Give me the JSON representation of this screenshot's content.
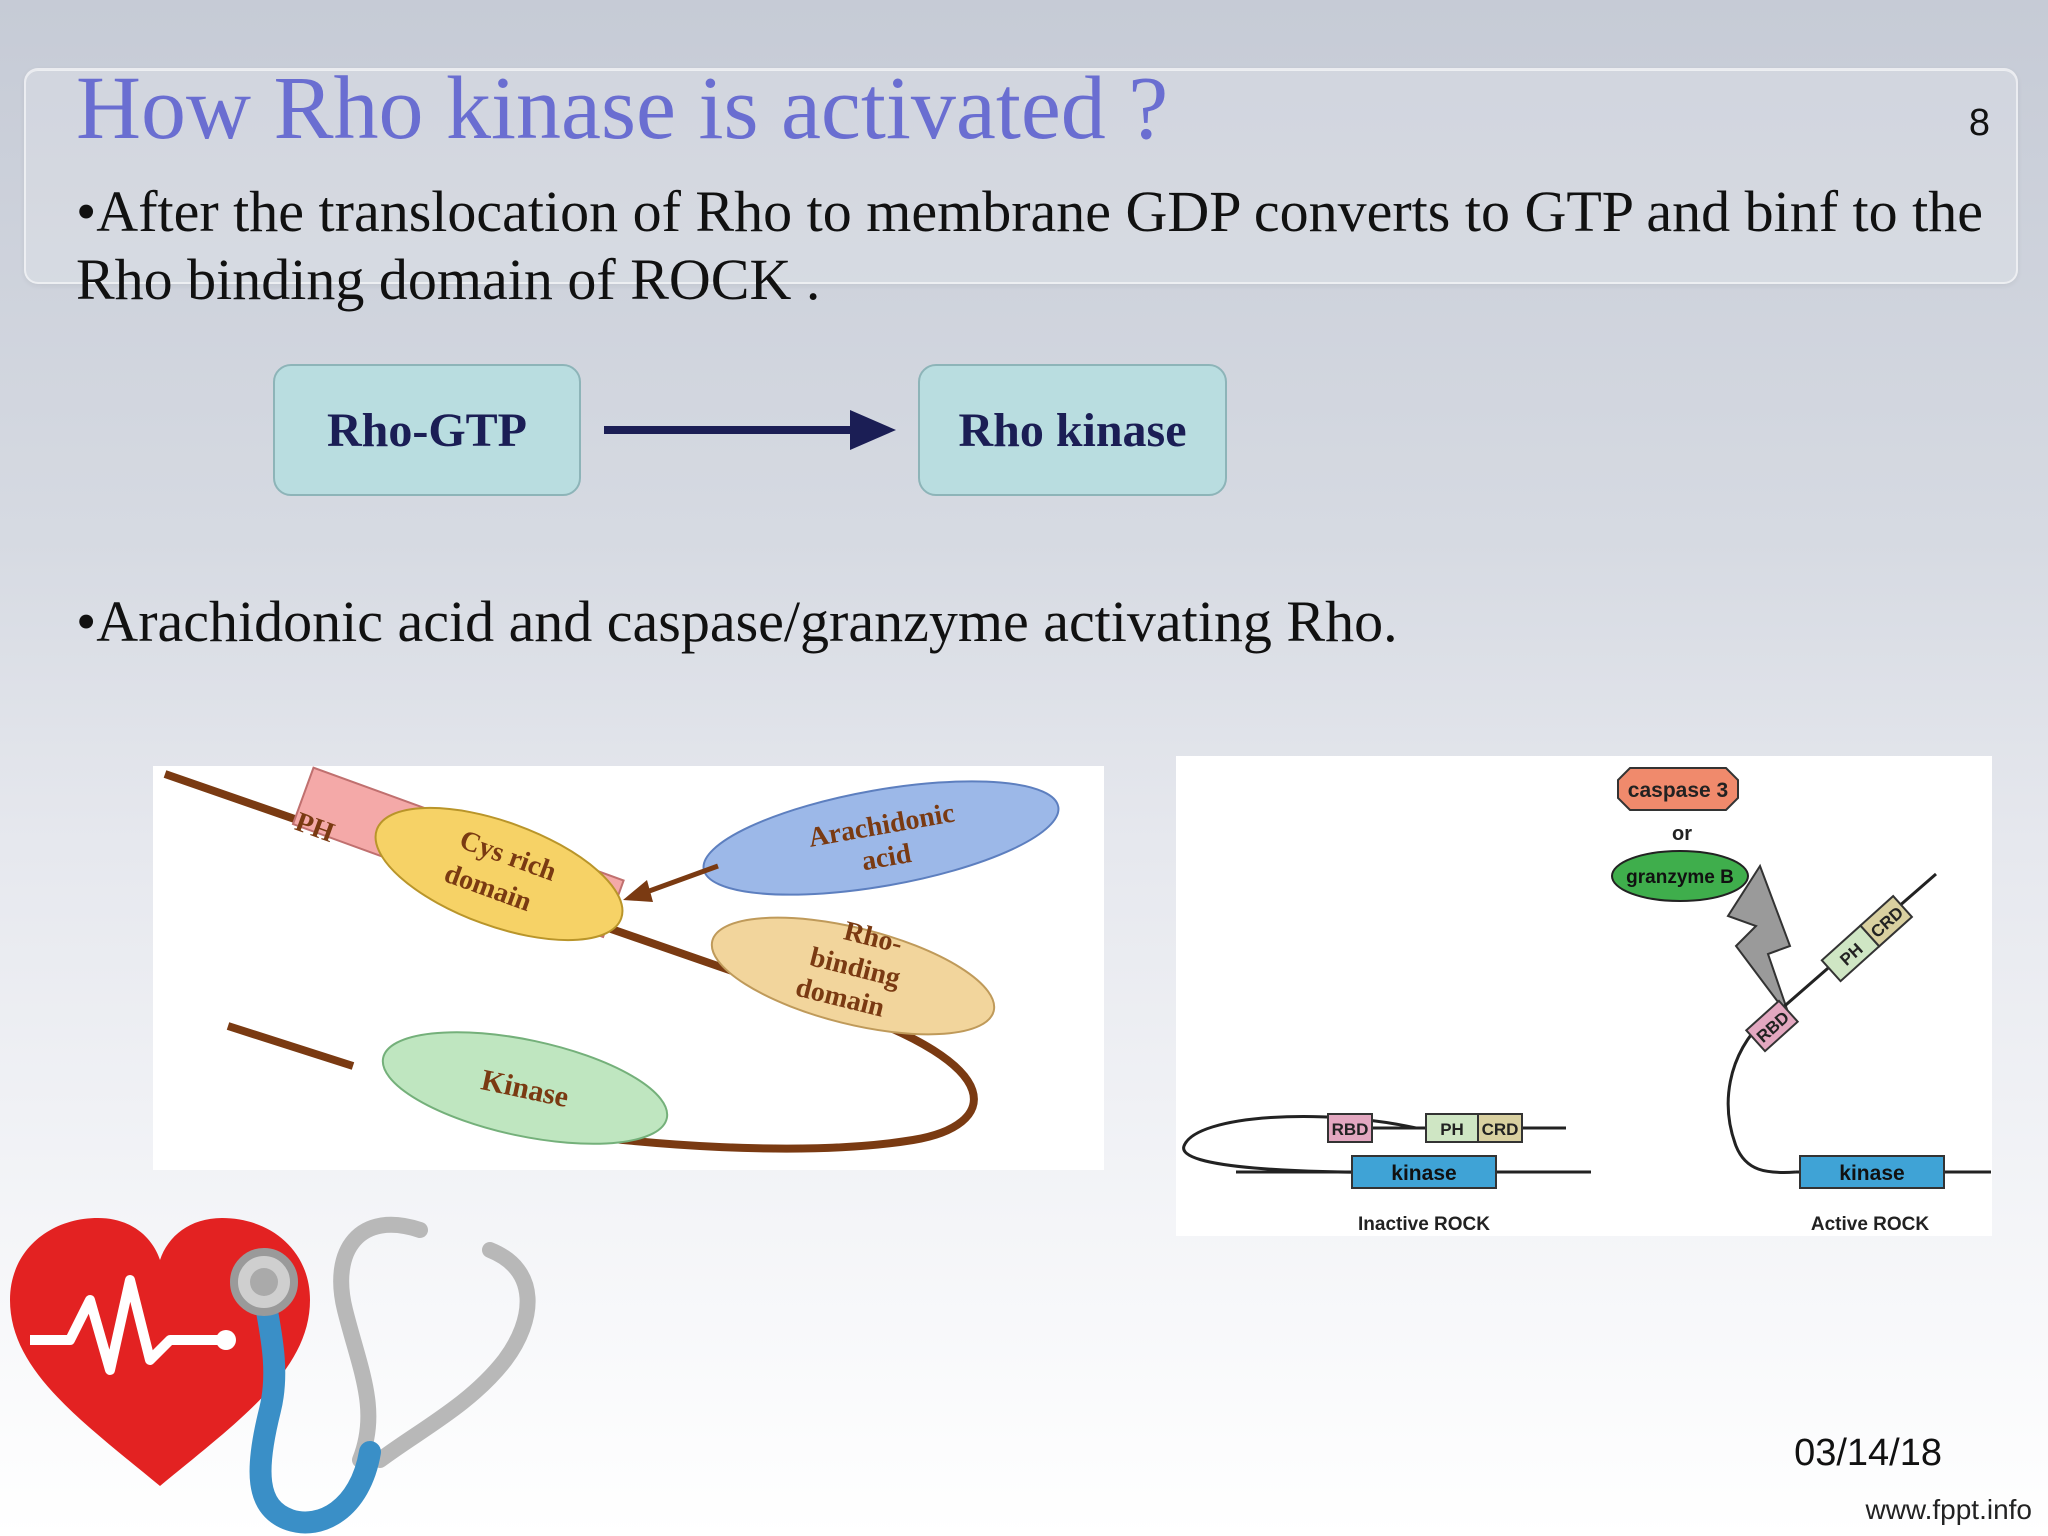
{
  "slide": {
    "title": "How Rho kinase is activated ?",
    "number": "8",
    "bullets": [
      "•After the translocation of Rho to membrane GDP converts to GTP and binf to the Rho binding domain of ROCK .",
      "•Arachidonic acid and caspase/granzyme activating Rho."
    ],
    "date": "03/14/18",
    "watermark": "www.fppt.info"
  },
  "flow": {
    "from": "Rho-GTP",
    "to": "Rho kinase",
    "box_color": "#b9dde0",
    "text_color": "#1b1e55",
    "arrow_color": "#1b1e55"
  },
  "left_figure": {
    "labels": {
      "ph": "PH",
      "cys_line1": "Cys rich",
      "cys_line2": "domain",
      "aa_line1": "Arachidonic",
      "aa_line2": "acid",
      "rbd_line1": "Rho-",
      "rbd_line2": "binding",
      "rbd_line3": "domain",
      "kinase": "Kinase"
    },
    "colors": {
      "backbone": "#7a3a12",
      "ph": "#f4a9a8",
      "cys": "#f6d266",
      "arachidonic": "#9cb8e8",
      "rbd": "#f2d59c",
      "kinase": "#bfe6c0",
      "label_text": "#7a3a12"
    }
  },
  "right_figure": {
    "labels": {
      "caspase": "caspase 3",
      "or": "or",
      "granzyme": "granzyme B",
      "rbd": "RBD",
      "ph": "PH",
      "crd": "CRD",
      "kinase": "kinase",
      "inactive": "Inactive ROCK",
      "active": "Active ROCK"
    },
    "colors": {
      "caspase": "#f08a6c",
      "granzyme": "#3fae4c",
      "rbd": "#e3a7c0",
      "ph": "#cfe6c4",
      "crd": "#d9d0a0",
      "kinase": "#3fa3d6"
    }
  },
  "decor": {
    "heart_color": "#e32222",
    "stethoscope_color": "#3a8fc7"
  }
}
